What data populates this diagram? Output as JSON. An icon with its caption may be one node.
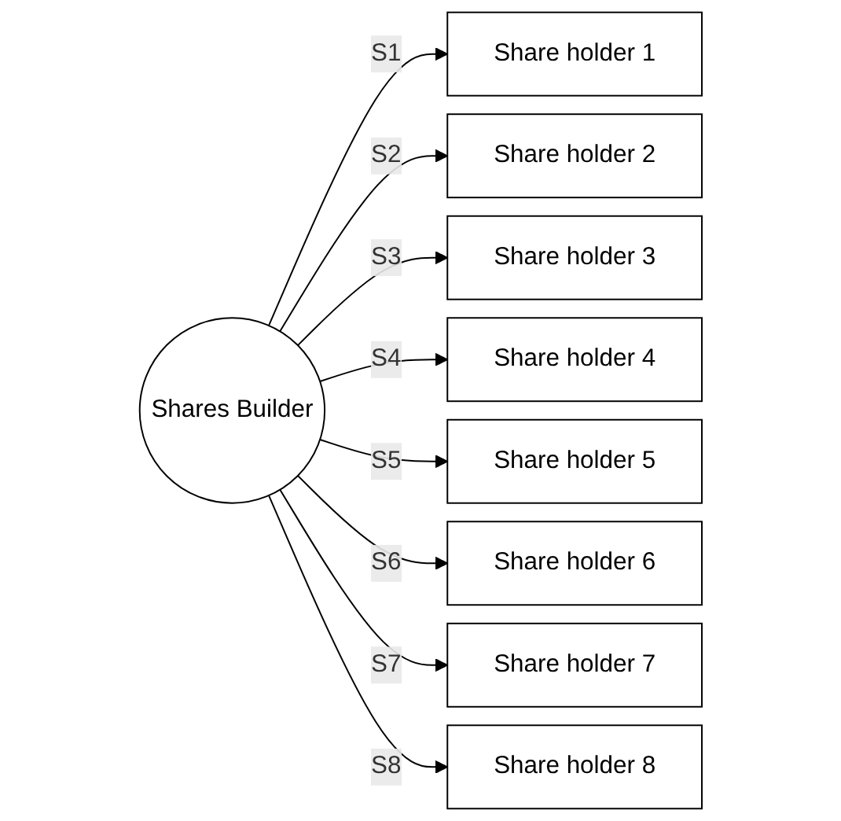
{
  "diagram": {
    "nodes": [
      {
        "text": [
          "Shares Builder"
        ]
      },
      {
        "text": [
          "Share holder 1"
        ]
      },
      {
        "text": [
          "Share holder 2"
        ]
      },
      {
        "text": [
          "Share holder 3"
        ]
      },
      {
        "text": [
          "Share holder 4"
        ]
      },
      {
        "text": [
          "Share holder 5"
        ]
      },
      {
        "text": [
          "Share holder 6"
        ]
      },
      {
        "text": [
          "Share holder 7"
        ]
      },
      {
        "text": [
          "Share holder 8"
        ]
      }
    ],
    "edges": [
      {
        "from": 0,
        "to": 1,
        "arrow": "to",
        "label": "S1"
      },
      {
        "from": 0,
        "to": 2,
        "arrow": "to",
        "label": "S2"
      },
      {
        "from": 0,
        "to": 3,
        "arrow": "to",
        "label": "S3"
      },
      {
        "from": 0,
        "to": 4,
        "arrow": "to",
        "label": "S4"
      },
      {
        "from": 0,
        "to": 5,
        "arrow": "to",
        "label": "S5"
      },
      {
        "from": 0,
        "to": 6,
        "arrow": "to",
        "label": "S6"
      },
      {
        "from": 0,
        "to": 7,
        "arrow": "to",
        "label": "S7"
      },
      {
        "from": 0,
        "to": 8,
        "arrow": "to",
        "label": "S8"
      }
    ]
  }
}
